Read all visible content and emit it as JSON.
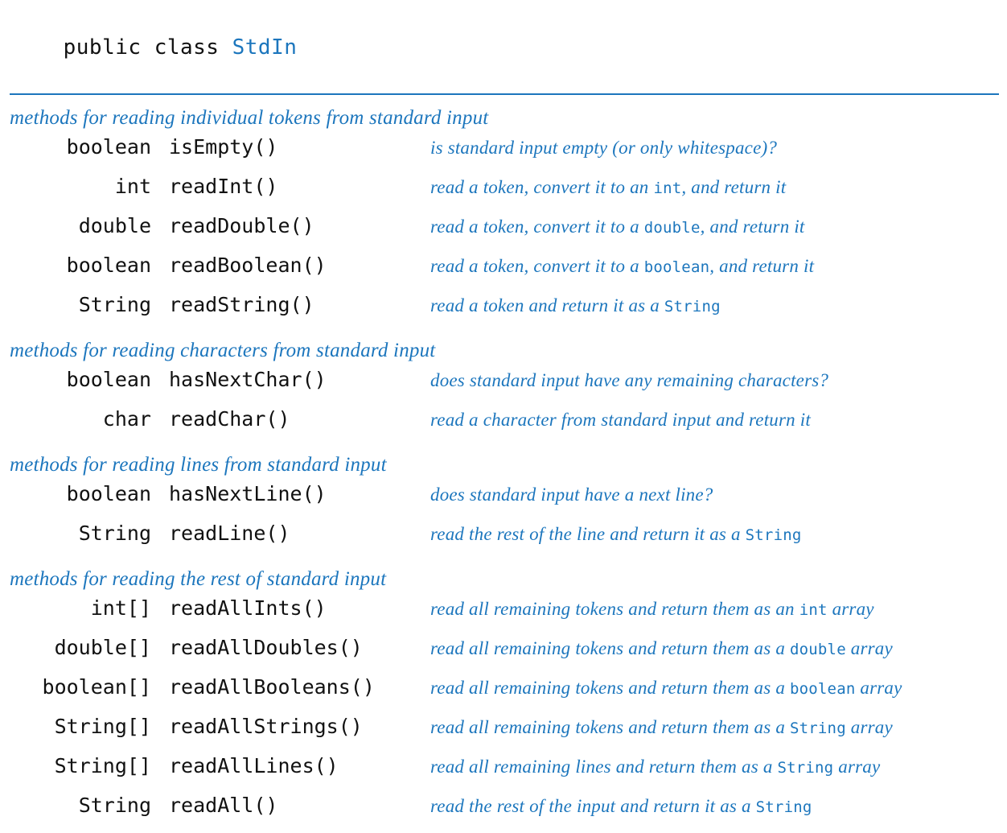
{
  "colors": {
    "accent": "#1c76bd",
    "ink": "#111111"
  },
  "header": {
    "keyword": "public class ",
    "class_name": "StdIn"
  },
  "sections": [
    {
      "title": "methods for reading individual tokens from standard input",
      "rows": [
        {
          "type": "boolean",
          "method": "isEmpty()",
          "desc": [
            {
              "text": "is standard input empty (or only whitespace)?",
              "code": false
            }
          ]
        },
        {
          "type": "int",
          "method": "readInt()",
          "desc": [
            {
              "text": "read a token, convert it to an ",
              "code": false
            },
            {
              "text": "int",
              "code": true
            },
            {
              "text": ", and return it",
              "code": false
            }
          ]
        },
        {
          "type": "double",
          "method": "readDouble()",
          "desc": [
            {
              "text": "read a token, convert it to a ",
              "code": false
            },
            {
              "text": "double",
              "code": true
            },
            {
              "text": ", and return it",
              "code": false
            }
          ]
        },
        {
          "type": "boolean",
          "method": "readBoolean()",
          "desc": [
            {
              "text": "read a token, convert it to a ",
              "code": false
            },
            {
              "text": "boolean",
              "code": true
            },
            {
              "text": ", and return it",
              "code": false
            }
          ]
        },
        {
          "type": "String",
          "method": "readString()",
          "desc": [
            {
              "text": "read a token and return it as a ",
              "code": false
            },
            {
              "text": "String",
              "code": true
            }
          ]
        }
      ]
    },
    {
      "title": "methods for reading characters from standard input",
      "rows": [
        {
          "type": "boolean",
          "method": "hasNextChar()",
          "desc": [
            {
              "text": "does standard input have any remaining characters?",
              "code": false
            }
          ]
        },
        {
          "type": "char",
          "method": "readChar()",
          "desc": [
            {
              "text": "read a character from standard input and return it",
              "code": false
            }
          ]
        }
      ]
    },
    {
      "title": "methods for reading lines from standard input",
      "rows": [
        {
          "type": "boolean",
          "method": "hasNextLine()",
          "desc": [
            {
              "text": "does standard input have a next line?",
              "code": false
            }
          ]
        },
        {
          "type": "String",
          "method": "readLine()",
          "desc": [
            {
              "text": "read the rest of the line and return it as a ",
              "code": false
            },
            {
              "text": "String",
              "code": true
            }
          ]
        }
      ]
    },
    {
      "title": "methods for reading the rest of standard input",
      "rows": [
        {
          "type": "int[]",
          "method": "readAllInts()",
          "desc": [
            {
              "text": "read all remaining tokens and return them as an ",
              "code": false
            },
            {
              "text": "int",
              "code": true
            },
            {
              "text": " array",
              "code": false
            }
          ]
        },
        {
          "type": "double[]",
          "method": "readAllDoubles()",
          "desc": [
            {
              "text": "read all remaining tokens and return them as a ",
              "code": false
            },
            {
              "text": "double",
              "code": true
            },
            {
              "text": " array",
              "code": false
            }
          ]
        },
        {
          "type": "boolean[]",
          "method": "readAllBooleans()",
          "desc": [
            {
              "text": "read all remaining tokens and return them as a ",
              "code": false
            },
            {
              "text": "boolean",
              "code": true
            },
            {
              "text": " array",
              "code": false
            }
          ]
        },
        {
          "type": "String[]",
          "method": "readAllStrings()",
          "desc": [
            {
              "text": "read all remaining tokens and return them as a ",
              "code": false
            },
            {
              "text": "String",
              "code": true
            },
            {
              "text": " array",
              "code": false
            }
          ]
        },
        {
          "type": "String[]",
          "method": "readAllLines()",
          "desc": [
            {
              "text": "read all remaining lines and return them as a ",
              "code": false
            },
            {
              "text": "String",
              "code": true
            },
            {
              "text": " array",
              "code": false
            }
          ]
        },
        {
          "type": "String",
          "method": "readAll()",
          "desc": [
            {
              "text": "read the rest of the input and return it as a ",
              "code": false
            },
            {
              "text": "String",
              "code": true
            }
          ]
        }
      ]
    }
  ]
}
